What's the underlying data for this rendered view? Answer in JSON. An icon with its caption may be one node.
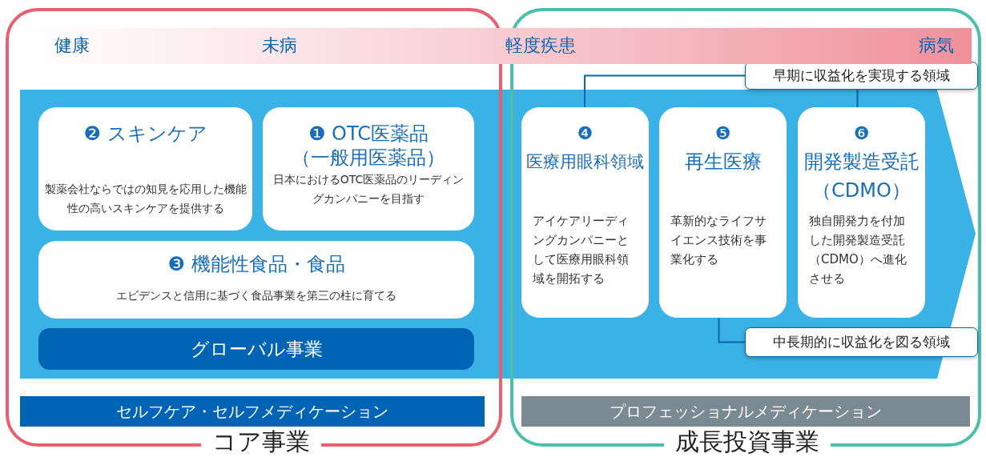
{
  "diagram": {
    "nodes": [
      {
        "text": [
          "コア事業"
        ]
      },
      {
        "text": [
          "成長投資事業"
        ]
      },
      {
        "text": [
          "健康",
          "未病",
          "軽度疾患",
          "病気"
        ]
      },
      {
        "text": [
          "❷ スキンケア",
          "製薬会社ならではの知見を応用した機能性の高いスキンケアを提供する"
        ],
        "in": 0
      },
      {
        "text": [
          "❶ OTC医薬品",
          "（一般用医薬品）",
          "日本におけるOTC医薬品のリーディングカンパニーを目指す"
        ],
        "in": 0
      },
      {
        "text": [
          "❸ 機能性食品・食品",
          "エビデンスと信用に基づく食品事業を第三の柱に育てる"
        ],
        "in": 0
      },
      {
        "text": [
          "グローバル事業"
        ],
        "in": 0
      },
      {
        "text": [
          "セルフケア・セルフメディケーション"
        ],
        "in": 0
      },
      {
        "text": [
          "❹",
          "医療用眼科領域",
          "アイケアリーディングカンパニーとして医療用眼科領域を開拓する"
        ],
        "in": 1
      },
      {
        "text": [
          "❺",
          "再生医療",
          "革新的なライフサイエンス技術を事業化する"
        ],
        "in": 1
      },
      {
        "text": [
          "❻",
          "開発製造受託（CDMO）",
          "独自開発力を付加した開発製造受託（CDMO）へ進化させる"
        ],
        "in": 1
      },
      {
        "text": [
          "早期に収益化を実現する領域"
        ],
        "in": 1
      },
      {
        "text": [
          "中長期的に収益化を図る領域"
        ],
        "in": 1
      },
      {
        "text": [
          "プロフェッショナルメディケーション"
        ],
        "in": 1
      }
    ],
    "edges": [
      {
        "from": 11,
        "to": 8,
        "arrow": "none"
      },
      {
        "from": 11,
        "to": 10,
        "arrow": "none"
      },
      {
        "from": 12,
        "to": 9,
        "arrow": "none"
      }
    ]
  }
}
